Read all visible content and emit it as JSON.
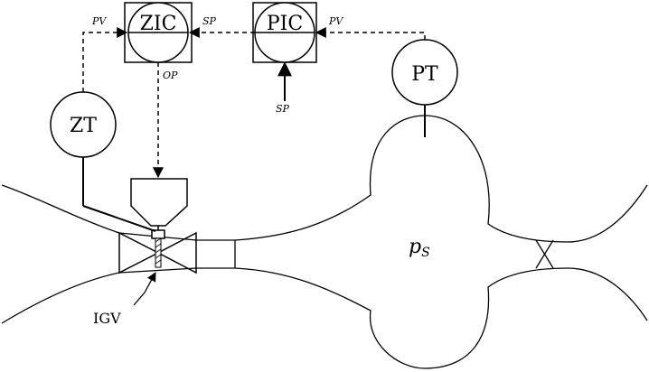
{
  "instruments": {
    "zic": "ZIC",
    "pic": "PIC",
    "pt": "PT",
    "zt": "ZT"
  },
  "signals": {
    "zic_pv": "PV",
    "zic_sp": "SP",
    "zic_op": "OP",
    "pic_pv": "PV",
    "pic_sp": "SP"
  },
  "labels": {
    "igv": "IGV",
    "pressure_symbol": "p",
    "pressure_subscript": "S"
  },
  "colors": {
    "line": "#000000",
    "background": "#ffffff"
  }
}
